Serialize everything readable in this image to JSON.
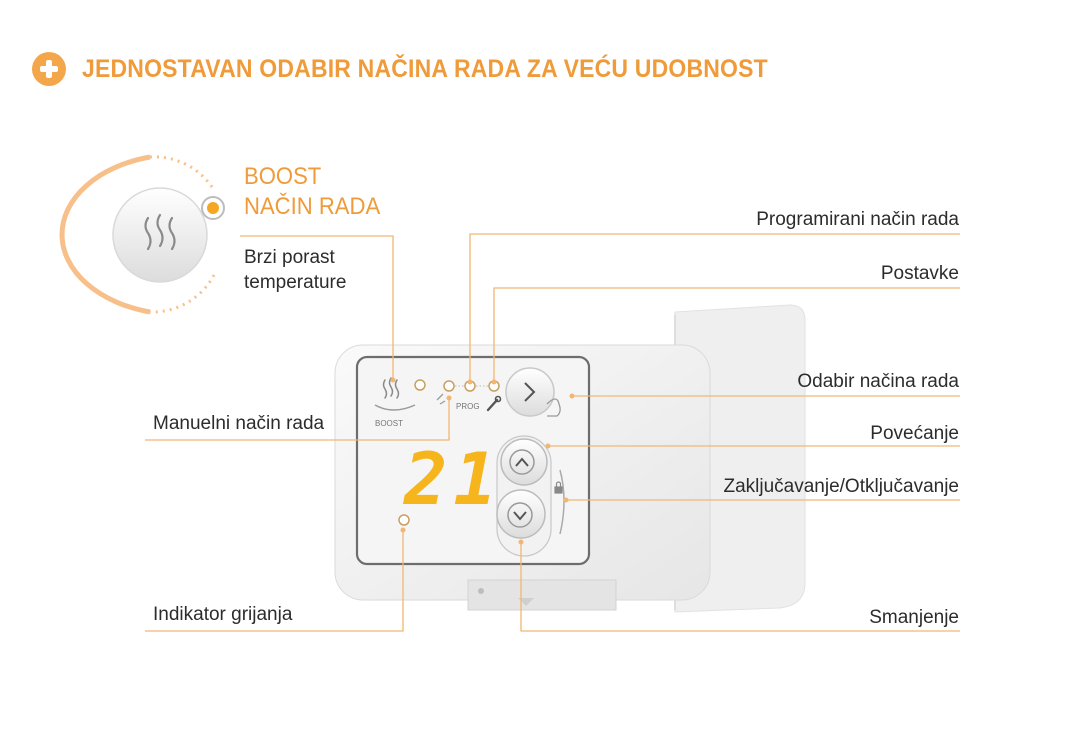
{
  "header": {
    "title": "JEDNOSTAVAN ODABIR NAČINA RADA ZA VEĆU UDOBNOST",
    "icon": "plus-icon"
  },
  "boost": {
    "title_line1": "BOOST",
    "title_line2": "NAČIN RADA",
    "description": "Brzi porast temperature"
  },
  "device": {
    "temperature": "21",
    "boost_label": "BOOST",
    "prog_label": "PROG"
  },
  "labels": {
    "programirani": "Programirani način rada",
    "postavke": "Postavke",
    "odabir": "Odabir načina rada",
    "manuelni": "Manuelni način rada",
    "povecanje": "Povećanje",
    "zakljucavanje": "Zaključavanje/Otključavanje",
    "indikator": "Indikator grijanja",
    "smanjenje": "Smanjenje"
  },
  "colors": {
    "accent": "#ef9b3a",
    "display_digits": "#f6b51d",
    "leader_line": "#f2b673"
  }
}
